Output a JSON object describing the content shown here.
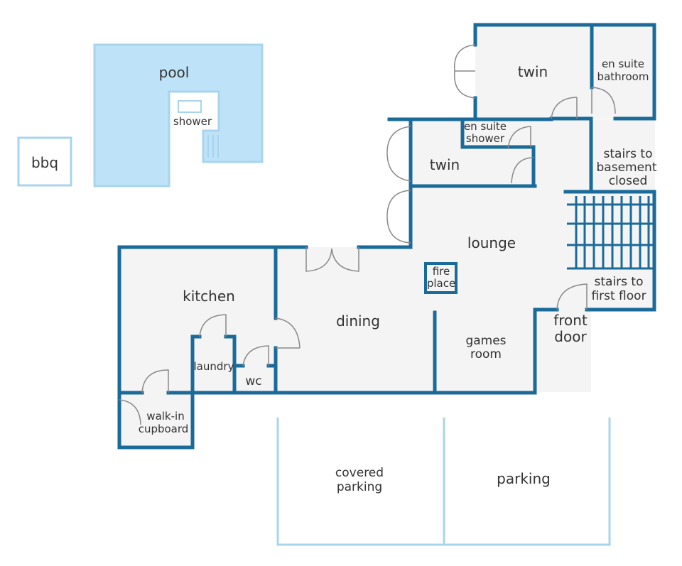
{
  "labels": {
    "pool": "pool",
    "shower": "shower",
    "bbq": "bbq",
    "twin_top": "twin",
    "en_suite_bathroom_1": "en suite",
    "en_suite_bathroom_2": "bathroom",
    "en_suite_shower_1": "en suite",
    "en_suite_shower_2": "shower",
    "twin_mid": "twin",
    "stairs_basement_1": "stairs to",
    "stairs_basement_2": "basement",
    "stairs_basement_3": "closed",
    "lounge": "lounge",
    "fire_1": "fire",
    "fire_2": "place",
    "stairs_first_1": "stairs to",
    "stairs_first_2": "first floor",
    "kitchen": "kitchen",
    "dining": "dining",
    "games_1": "games",
    "games_2": "room",
    "front_1": "front",
    "front_2": "door",
    "laundry": "laundry",
    "wc": "wc",
    "walkin_1": "walk-in",
    "walkin_2": "cupboard",
    "covered_1": "covered",
    "covered_2": "parking",
    "parking": "parking"
  },
  "colors": {
    "wall": "#1a6a9a",
    "outdoor_outline": "#a8d4ee",
    "pool_fill": "#bee3f8",
    "room_fill": "#f4f4f4"
  }
}
